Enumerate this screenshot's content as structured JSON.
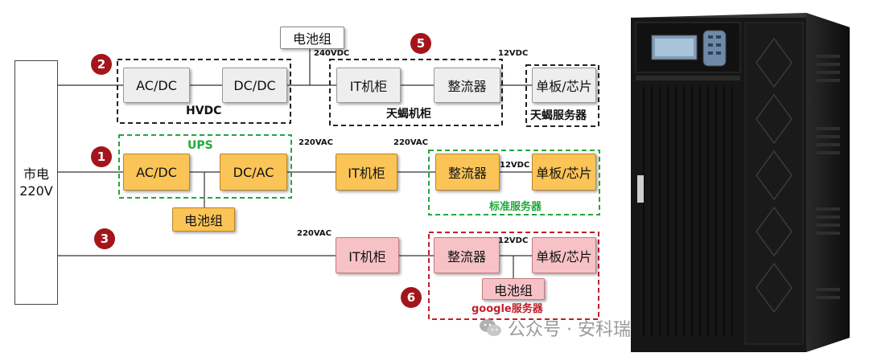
{
  "mains": {
    "line1": "市电",
    "line2": "220V"
  },
  "badges": {
    "b1": "1",
    "b2": "2",
    "b3": "3",
    "b5": "5",
    "b6": "6"
  },
  "hvdc": {
    "battery": "电池组",
    "voltage": "240VDC",
    "acdc": "AC/DC",
    "dcdc": "DC/DC",
    "group": "HVDC"
  },
  "tianxie": {
    "it_cabinet": "IT机柜",
    "rectifier": "整流器",
    "group": "天蝎机柜",
    "voltage": "12VDC",
    "board": "单板/芯片",
    "server_group": "天蝎服务器"
  },
  "ups": {
    "group": "UPS",
    "acdc": "AC/DC",
    "dcac": "DC/AC",
    "battery": "电池组",
    "voltage_out": "220VAC",
    "it_cabinet": "IT机柜",
    "voltage_it": "220VAC",
    "rectifier": "整流器",
    "voltage_dc": "12VDC",
    "board": "单板/芯片",
    "server_group": "标准服务器"
  },
  "google": {
    "voltage_ac": "220VAC",
    "it_cabinet": "IT机柜",
    "rectifier": "整流器",
    "voltage_dc": "12VDC",
    "board": "单板/芯片",
    "battery": "电池组",
    "server_group": "google服务器"
  },
  "watermark": {
    "text": "公众号 · 安科瑞电能综合管理"
  },
  "colors": {
    "badge": "#a3151a",
    "ups_green": "#22a83a",
    "google_red": "#c0202a",
    "orange": "#fbc457",
    "pink": "#f7c2c6"
  }
}
